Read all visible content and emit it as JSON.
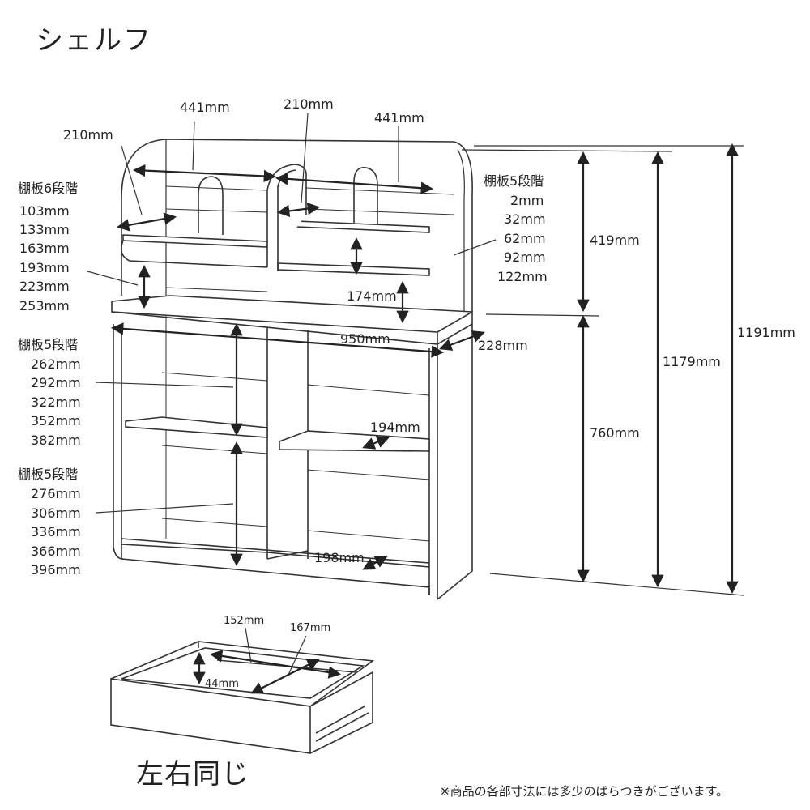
{
  "title": "シェルフ",
  "drawer_caption": "左右同じ",
  "footnote": "※商品の各部寸法には多少のばらつきがございます。",
  "dimensions": {
    "upper_left_width": "441mm",
    "upper_center_width": "210mm",
    "upper_right_width": "441mm",
    "side_depth_label": "210mm",
    "upper_height": "174mm",
    "total_width": "950mm",
    "total_depth": "228mm",
    "lower_right_depth_top": "194mm",
    "lower_right_depth_bottom": "198mm",
    "upper_section_height": "419mm",
    "desk_height": "760mm",
    "height_1179": "1179mm",
    "height_1191": "1191mm"
  },
  "shelf_lists": {
    "upper_left": {
      "heading": "棚板6段階",
      "values": [
        "103mm",
        "133mm",
        "163mm",
        "193mm",
        "223mm",
        "253mm"
      ]
    },
    "upper_right": {
      "heading": "棚板5段階",
      "values": [
        "2mm",
        "32mm",
        "62mm",
        "92mm",
        "122mm"
      ]
    },
    "lower_mid": {
      "heading": "棚板5段階",
      "values": [
        "262mm",
        "292mm",
        "322mm",
        "352mm",
        "382mm"
      ]
    },
    "lower_bottom": {
      "heading": "棚板5段階",
      "values": [
        "276mm",
        "306mm",
        "336mm",
        "366mm",
        "396mm"
      ]
    }
  },
  "drawer": {
    "depth": "152mm",
    "width": "167mm",
    "height": "44mm"
  }
}
